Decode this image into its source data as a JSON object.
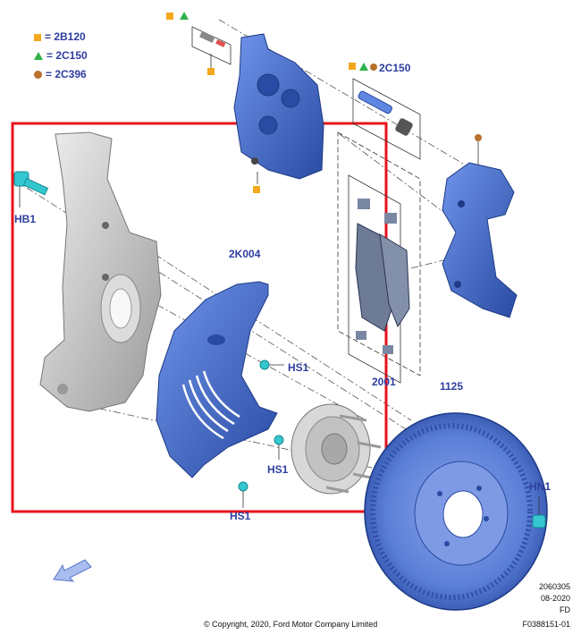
{
  "legend": [
    {
      "symbol": "square",
      "color": "#f4a81d",
      "text": "= 2B120"
    },
    {
      "symbol": "triangle",
      "color": "#2fb24a",
      "text": "= 2C150"
    },
    {
      "symbol": "circle",
      "color": "#b9702a",
      "text": "= 2C396"
    }
  ],
  "labels": {
    "caliper_pin": "2C150",
    "knuckle_bolt": "HB1",
    "shield": "2K004",
    "shield_bolt_upper": "HS1",
    "shield_bolt_mid": "HS1",
    "shield_bolt_lower": "HS1",
    "pads": "2001",
    "rotor": "1125",
    "nut": "HN1"
  },
  "footer": {
    "copyright": "© Copyright, 2020, Ford Motor Company Limited"
  },
  "meta": {
    "number": "2060305",
    "date": "08-2020",
    "code": "FD",
    "figure_id": "F0388151-01"
  },
  "colors": {
    "part_blue": "#3f6fd3",
    "part_blue_dark": "#26489e",
    "label_blue": "#2f3ea0",
    "highlight_red": "#e8121b",
    "fastener_cyan": "#35c7d0",
    "knuckle_gray": "#c8c8c8"
  }
}
